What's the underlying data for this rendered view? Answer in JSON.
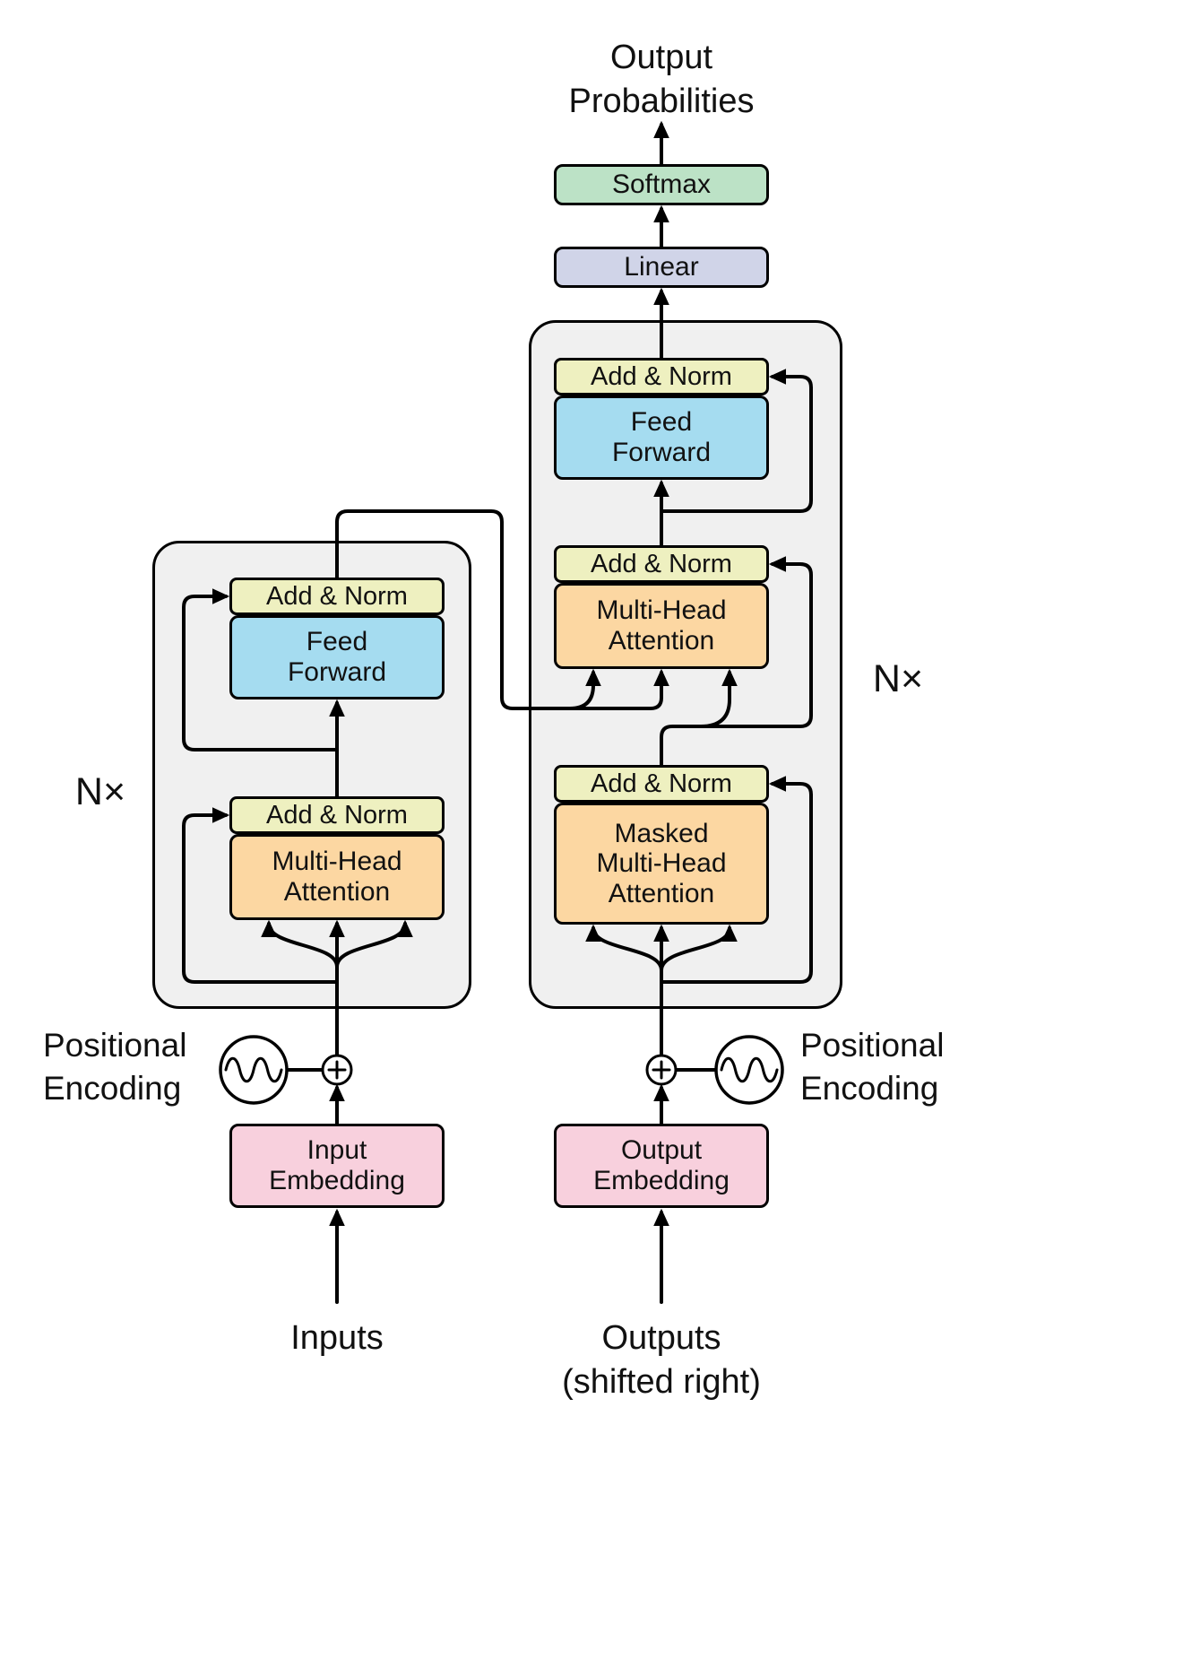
{
  "labels": {
    "output_probabilities": "Output\nProbabilities",
    "softmax": "Softmax",
    "linear": "Linear",
    "add_norm": "Add & Norm",
    "feed_forward": "Feed\nForward",
    "multi_head_attention": "Multi-Head\nAttention",
    "masked_multi_head_attention": "Masked\nMulti-Head\nAttention",
    "input_embedding": "Input\nEmbedding",
    "output_embedding": "Output\nEmbedding",
    "inputs": "Inputs",
    "outputs_shifted_right": "Outputs\n(shifted right)",
    "positional_encoding": "Positional\nEncoding",
    "n_times": "N×"
  },
  "colors": {
    "softmax_green": "#bce2c6",
    "linear_violet": "#d0d4e8",
    "add_norm_yellow": "#eef0c0",
    "feed_forward_blue": "#a5dcf0",
    "attention_orange": "#fcd7a2",
    "embedding_pink": "#f8d0dd",
    "block_background_gray": "#f0f0f0",
    "line_black": "#000000"
  }
}
